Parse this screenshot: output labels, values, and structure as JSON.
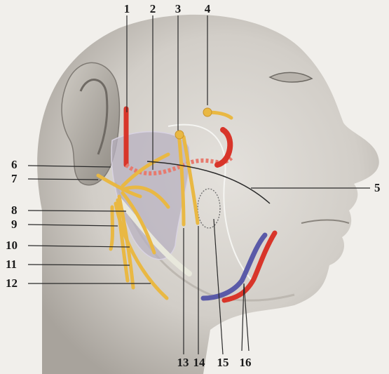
{
  "labels": {
    "n1": "1",
    "n2": "2",
    "n3": "3",
    "n4": "4",
    "n5": "5",
    "n6": "6",
    "n7": "7",
    "n8": "8",
    "n9": "9",
    "n10": "10",
    "n11": "11",
    "n12": "12",
    "n13": "13",
    "n14": "14",
    "n15": "15",
    "n16": "16"
  },
  "colors": {
    "background": "#f1efeb",
    "skin": "#d9d5cf",
    "skin_shadow": "#a9a49d",
    "artery": "#d8352a",
    "vein": "#5a5aa8",
    "nerve": "#e9b843",
    "parotid_gland": "#b8b2c0",
    "duct": "#e8e8dc",
    "leader_line": "#2a2a2a"
  }
}
